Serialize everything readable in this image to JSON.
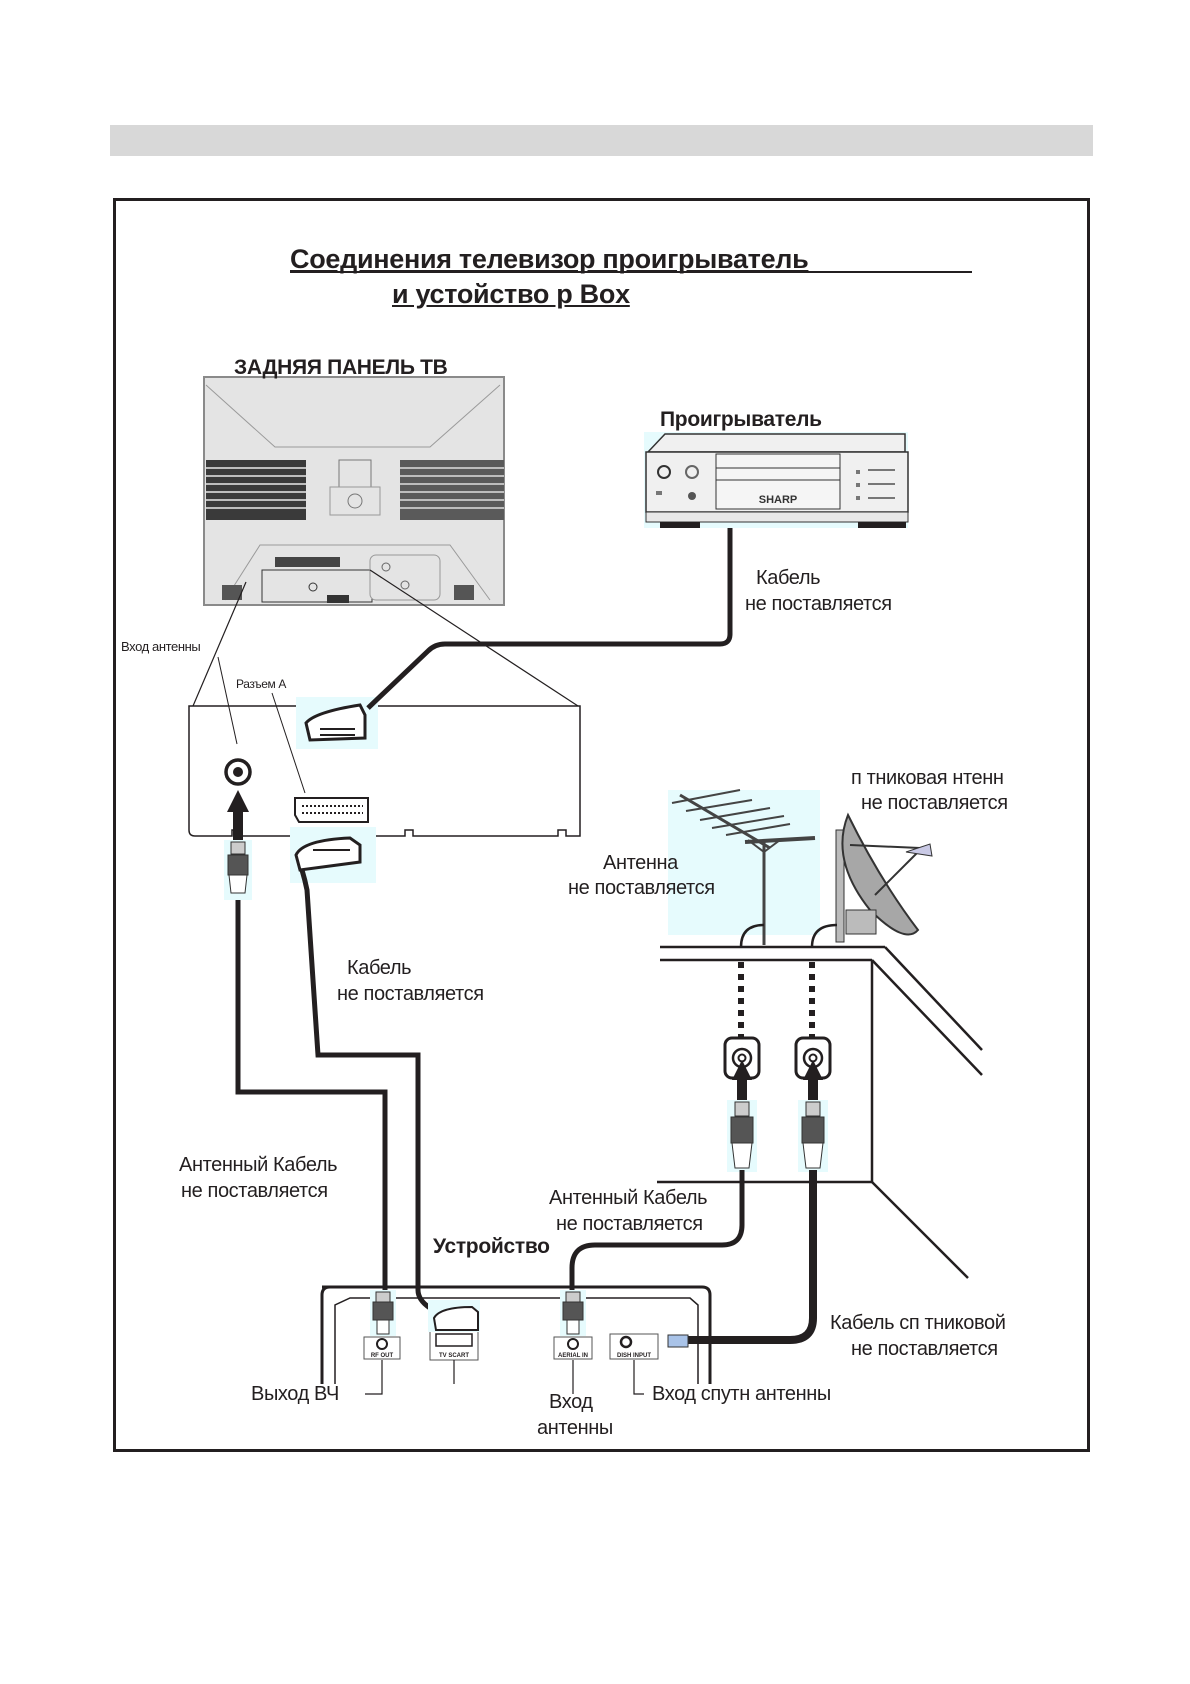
{
  "page": {
    "header_bar_color": "#d8d8d8",
    "ink_color": "#231f20",
    "highlight_color": "#e6fbfd"
  },
  "title": {
    "line1": "Соединения   телевизор проигрыватель",
    "line2": "и устойство          р Box"
  },
  "tv": {
    "label": "ЗАДНЯЯ ПАНЕЛЬ ТВ",
    "antenna_input_label": "Вход  антенны",
    "connector_a_label": "Разъем А"
  },
  "player": {
    "label": "Проигрыватель",
    "brand": "SHARP",
    "cable_label_line1": "Кабель",
    "cable_label_line2": "не поставляется"
  },
  "scart_cable": {
    "line1": "Кабель",
    "line2": "не поставляется"
  },
  "antenna": {
    "line1": "Антенна",
    "line2": "не поставляется"
  },
  "satellite_antenna": {
    "line1": "п  тниковая   нтенн",
    "line2": "не поставляется"
  },
  "antenna_cable_left": {
    "line1": "Антенный Кабель",
    "line2": "не поставляется"
  },
  "antenna_cable_right": {
    "line1": "Антенный Кабель",
    "line2": "не поставляется"
  },
  "satellite_cable": {
    "line1": "Кабель сп  тниковой",
    "line2": "не поставляется"
  },
  "device": {
    "label": "Устройство",
    "ports": [
      "RF OUT",
      "TV SCART",
      "AERIAL IN",
      "DISH INPUT"
    ],
    "rf_out_label": "Выход ВЧ",
    "aerial_in_label_line1": "Вход",
    "aerial_in_label_line2": "антенны",
    "dish_input_label": "Вход  спутн антенны"
  }
}
